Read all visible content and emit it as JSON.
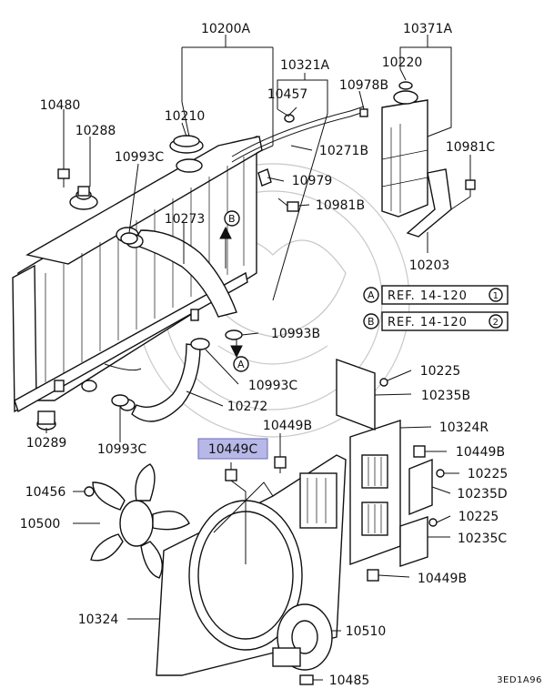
{
  "labels": {
    "p10200A": "10200A",
    "p10371A": "10371A",
    "p10321A": "10321A",
    "p10220": "10220",
    "p10457": "10457",
    "p10978B": "10978B",
    "p10480": "10480",
    "p10210": "10210",
    "p10288": "10288",
    "p10993C_top": "10993C",
    "p10271B": "10271B",
    "p10981C": "10981C",
    "p10979": "10979",
    "p10981B": "10981B",
    "p10273": "10273",
    "p10203": "10203",
    "p10993B": "10993B",
    "p10993C_mid": "10993C",
    "p10225_a": "10225",
    "p10235B": "10235B",
    "p10272": "10272",
    "p10289": "10289",
    "p10993C_low": "10993C",
    "p10449B_a": "10449B",
    "p10324R": "10324R",
    "p10449C": "10449C",
    "p10449B_b": "10449B",
    "p10225_b": "10225",
    "p10456": "10456",
    "p10235D": "10235D",
    "p10500": "10500",
    "p10225_c": "10225",
    "p10235C": "10235C",
    "p10449B_c": "10449B",
    "p10324": "10324",
    "p10510": "10510",
    "p10485": "10485"
  },
  "references": {
    "refA": {
      "marker": "A",
      "text": "REF. 14-120",
      "page": "1"
    },
    "refB": {
      "marker": "B",
      "text": "REF. 14-120",
      "page": "2"
    }
  },
  "arrows": {
    "arrowA": "A",
    "arrowB": "B"
  },
  "highlight": {
    "part": "10449C",
    "color": "#b8b8e8"
  },
  "footer": {
    "code": "3ED1A96"
  }
}
